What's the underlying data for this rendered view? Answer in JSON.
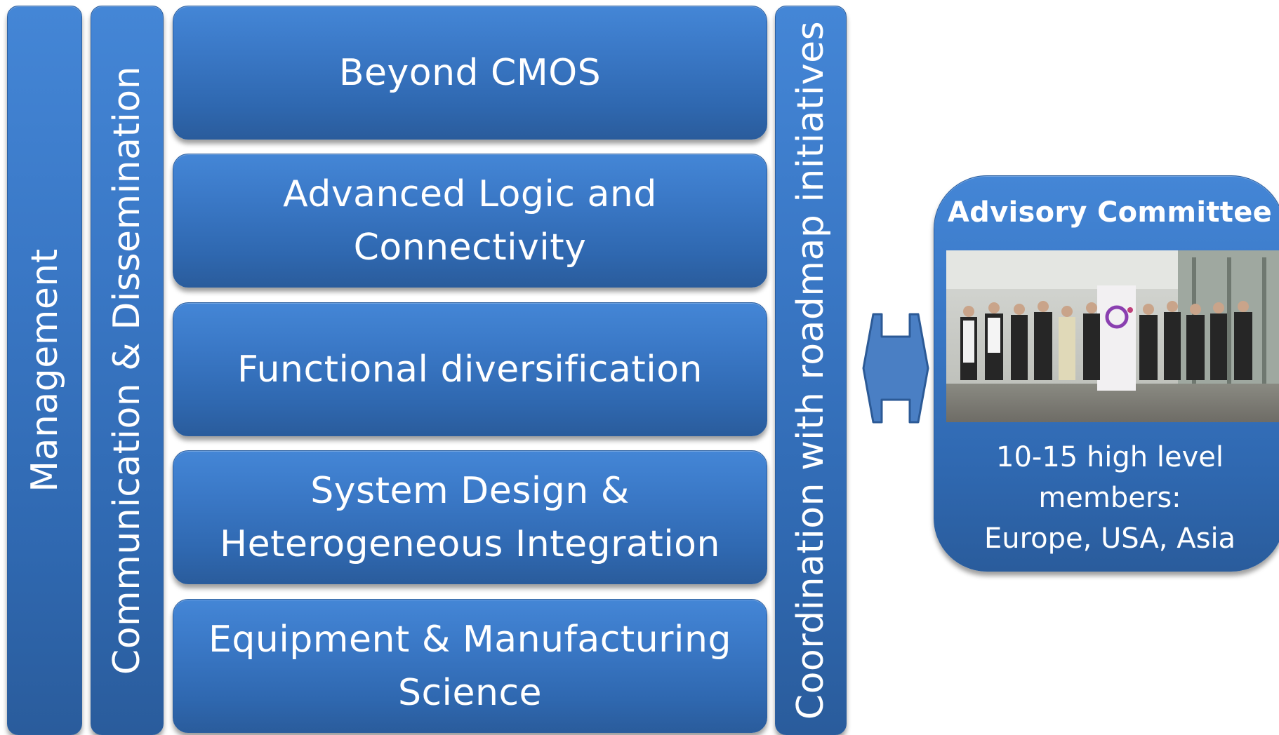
{
  "diagram": {
    "vertical_bars": [
      {
        "id": "management",
        "label": "Management"
      },
      {
        "id": "communication",
        "label": "Communication & Dissemination"
      },
      {
        "id": "coordination",
        "label": "Coordination with roadmap initiatives"
      }
    ],
    "focus_areas": [
      {
        "label": "Beyond CMOS"
      },
      {
        "label": "Advanced Logic and\nConnectivity"
      },
      {
        "label": "Functional diversification"
      },
      {
        "label": "System Design &\nHeterogeneous Integration"
      },
      {
        "label": "Equipment & Manufacturing\nScience"
      }
    ],
    "advisory": {
      "title": "Advisory Committee",
      "description": "10-15 high level\nmembers:\nEurope, USA, Asia"
    },
    "colors": {
      "box_fill": "#3a78c6",
      "box_border": "#2c5f9f",
      "text": "#ffffff",
      "arrow_fill": "#4a7fc4"
    }
  }
}
